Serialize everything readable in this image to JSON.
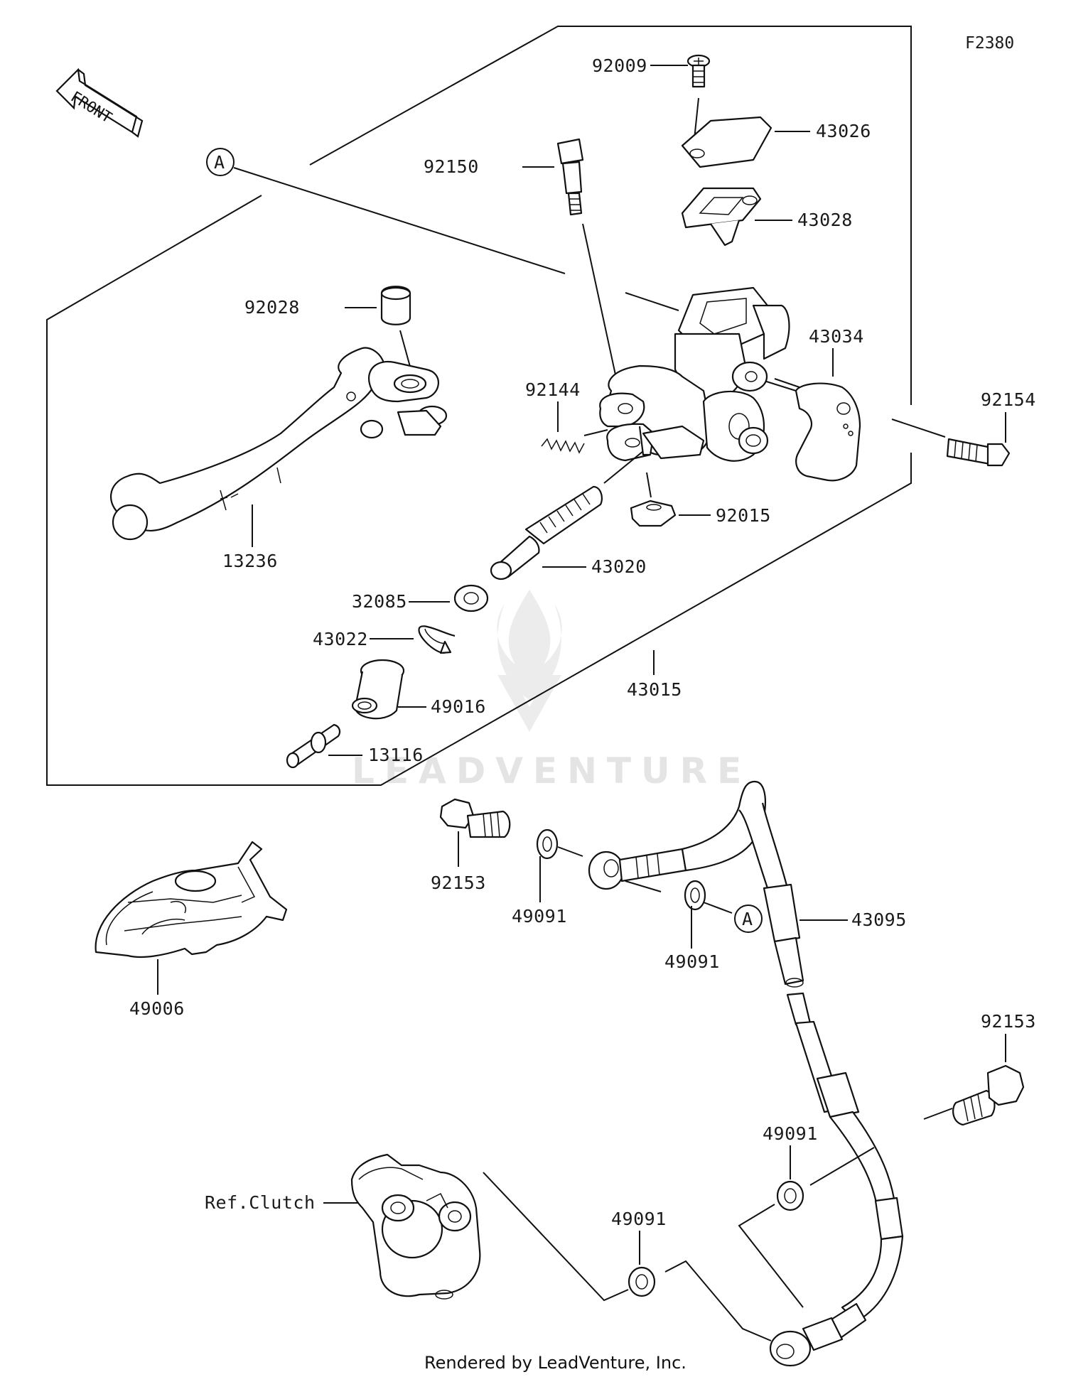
{
  "figure_code": "F2380",
  "front_label": "FRONT",
  "ref_marker": "A",
  "watermark": "LEADVENTURE",
  "footer": "Rendered by LeadVenture, Inc.",
  "parts": {
    "p92009": "92009",
    "p43026": "43026",
    "p92150": "92150",
    "p43028": "43028",
    "p92028": "92028",
    "p43034": "43034",
    "p92144": "92144",
    "p92154": "92154",
    "p92015": "92015",
    "p13236": "13236",
    "p43020": "43020",
    "p32085": "32085",
    "p43022": "43022",
    "p43015": "43015",
    "p49016": "49016",
    "p13116": "13116",
    "p92153a": "92153",
    "p49091a": "49091",
    "p49091b": "49091",
    "p43095": "43095",
    "p49006": "49006",
    "p92153b": "92153",
    "p49091c": "49091",
    "p49091d": "49091",
    "ref_clutch": "Ref.Clutch"
  }
}
